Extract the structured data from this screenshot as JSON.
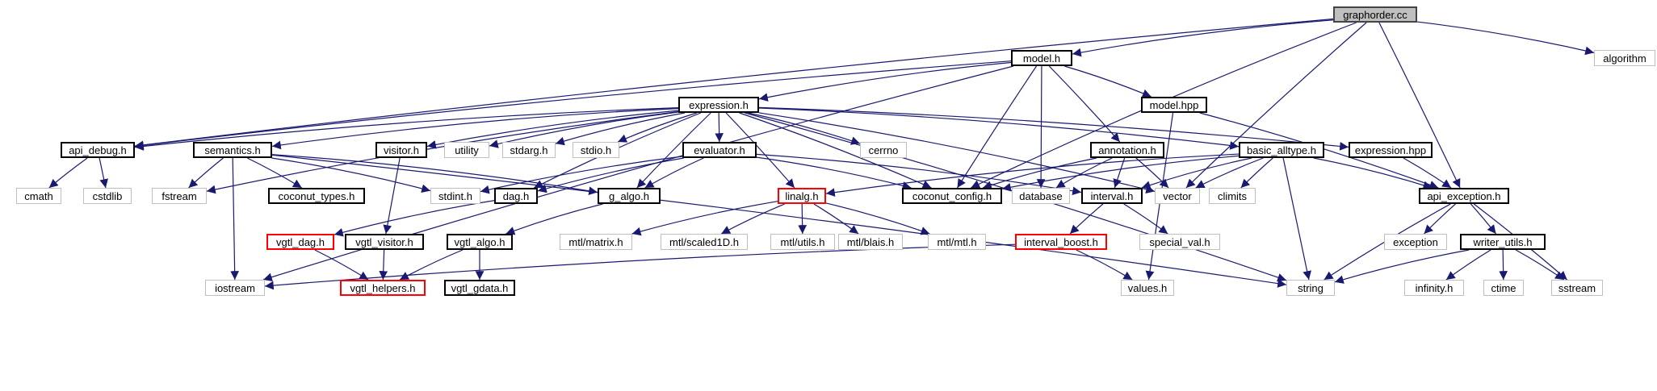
{
  "graph": {
    "root": "graphorder.cc",
    "nodes": [
      {
        "id": "graphorder_cc",
        "label": "graphorder.cc",
        "kind": "root"
      },
      {
        "id": "model_h",
        "label": "model.h",
        "kind": "normal"
      },
      {
        "id": "algorithm",
        "label": "algorithm",
        "kind": "system"
      },
      {
        "id": "expression_h",
        "label": "expression.h",
        "kind": "normal"
      },
      {
        "id": "model_hpp",
        "label": "model.hpp",
        "kind": "normal"
      },
      {
        "id": "api_debug_h",
        "label": "api_debug.h",
        "kind": "normal"
      },
      {
        "id": "semantics_h",
        "label": "semantics.h",
        "kind": "normal"
      },
      {
        "id": "visitor_h",
        "label": "visitor.h",
        "kind": "normal"
      },
      {
        "id": "utility",
        "label": "utility",
        "kind": "system"
      },
      {
        "id": "stdarg_h",
        "label": "stdarg.h",
        "kind": "system"
      },
      {
        "id": "stdio_h",
        "label": "stdio.h",
        "kind": "system"
      },
      {
        "id": "evaluator_h",
        "label": "evaluator.h",
        "kind": "normal"
      },
      {
        "id": "cerrno",
        "label": "cerrno",
        "kind": "system"
      },
      {
        "id": "annotation_h",
        "label": "annotation.h",
        "kind": "normal"
      },
      {
        "id": "basic_alltype_h",
        "label": "basic_alltype.h",
        "kind": "normal"
      },
      {
        "id": "expression_hpp",
        "label": "expression.hpp",
        "kind": "normal"
      },
      {
        "id": "cmath",
        "label": "cmath",
        "kind": "system"
      },
      {
        "id": "cstdlib",
        "label": "cstdlib",
        "kind": "system"
      },
      {
        "id": "fstream",
        "label": "fstream",
        "kind": "system"
      },
      {
        "id": "coconut_types_h",
        "label": "coconut_types.h",
        "kind": "normal"
      },
      {
        "id": "stdint_h",
        "label": "stdint.h",
        "kind": "system"
      },
      {
        "id": "dag_h",
        "label": "dag.h",
        "kind": "normal"
      },
      {
        "id": "g_algo_h",
        "label": "g_algo.h",
        "kind": "normal"
      },
      {
        "id": "linalg_h",
        "label": "linalg.h",
        "kind": "missing"
      },
      {
        "id": "coconut_config_h",
        "label": "coconut_config.h",
        "kind": "normal"
      },
      {
        "id": "database",
        "label": "database",
        "kind": "system"
      },
      {
        "id": "interval_h",
        "label": "interval.h",
        "kind": "normal"
      },
      {
        "id": "vector",
        "label": "vector",
        "kind": "system"
      },
      {
        "id": "climits",
        "label": "climits",
        "kind": "system"
      },
      {
        "id": "api_exception_h",
        "label": "api_exception.h",
        "kind": "normal"
      },
      {
        "id": "vgtl_dag_h",
        "label": "vgtl_dag.h",
        "kind": "missing"
      },
      {
        "id": "vgtl_visitor_h",
        "label": "vgtl_visitor.h",
        "kind": "normal"
      },
      {
        "id": "vgtl_algo_h",
        "label": "vgtl_algo.h",
        "kind": "normal"
      },
      {
        "id": "mtl_matrix_h",
        "label": "mtl/matrix.h",
        "kind": "system"
      },
      {
        "id": "mtl_scaled1D_h",
        "label": "mtl/scaled1D.h",
        "kind": "system"
      },
      {
        "id": "mtl_utils_h",
        "label": "mtl/utils.h",
        "kind": "system"
      },
      {
        "id": "mtl_blais_h",
        "label": "mtl/blais.h",
        "kind": "system"
      },
      {
        "id": "mtl_mtl_h",
        "label": "mtl/mtl.h",
        "kind": "system"
      },
      {
        "id": "interval_boost_h",
        "label": "interval_boost.h",
        "kind": "missing"
      },
      {
        "id": "special_val_h",
        "label": "special_val.h",
        "kind": "system"
      },
      {
        "id": "exception",
        "label": "exception",
        "kind": "system"
      },
      {
        "id": "writer_utils_h",
        "label": "writer_utils.h",
        "kind": "normal"
      },
      {
        "id": "iostream",
        "label": "iostream",
        "kind": "system"
      },
      {
        "id": "vgtl_helpers_h",
        "label": "vgtl_helpers.h",
        "kind": "missing"
      },
      {
        "id": "vgtl_gdata_h",
        "label": "vgtl_gdata.h",
        "kind": "normal"
      },
      {
        "id": "values_h",
        "label": "values.h",
        "kind": "system"
      },
      {
        "id": "string",
        "label": "string",
        "kind": "system"
      },
      {
        "id": "infinity_h",
        "label": "infinity.h",
        "kind": "system"
      },
      {
        "id": "ctime",
        "label": "ctime",
        "kind": "system"
      },
      {
        "id": "sstream",
        "label": "sstream",
        "kind": "system"
      }
    ],
    "edges": [
      [
        "graphorder_cc",
        "model_h"
      ],
      [
        "graphorder_cc",
        "algorithm"
      ],
      [
        "graphorder_cc",
        "api_exception_h"
      ],
      [
        "graphorder_cc",
        "vector"
      ],
      [
        "graphorder_cc",
        "coconut_config_h"
      ],
      [
        "graphorder_cc",
        "api_debug_h"
      ],
      [
        "model_h",
        "expression_h"
      ],
      [
        "model_h",
        "model_hpp"
      ],
      [
        "model_h",
        "annotation_h"
      ],
      [
        "model_h",
        "database"
      ],
      [
        "model_h",
        "coconut_config_h"
      ],
      [
        "model_h",
        "api_debug_h"
      ],
      [
        "model_h",
        "iostream"
      ],
      [
        "expression_h",
        "api_debug_h"
      ],
      [
        "expression_h",
        "semantics_h"
      ],
      [
        "expression_h",
        "visitor_h"
      ],
      [
        "expression_h",
        "utility"
      ],
      [
        "expression_h",
        "stdarg_h"
      ],
      [
        "expression_h",
        "stdio_h"
      ],
      [
        "expression_h",
        "evaluator_h"
      ],
      [
        "expression_h",
        "cerrno"
      ],
      [
        "expression_h",
        "basic_alltype_h"
      ],
      [
        "expression_h",
        "expression_hpp"
      ],
      [
        "expression_h",
        "coconut_config_h"
      ],
      [
        "expression_h",
        "g_algo_h"
      ],
      [
        "expression_h",
        "linalg_h"
      ],
      [
        "expression_h",
        "vector"
      ],
      [
        "expression_h",
        "string"
      ],
      [
        "expression_h",
        "fstream"
      ],
      [
        "expression_h",
        "dag_h"
      ],
      [
        "model_hpp",
        "api_exception_h"
      ],
      [
        "model_hpp",
        "values_h"
      ],
      [
        "api_debug_h",
        "cmath"
      ],
      [
        "api_debug_h",
        "cstdlib"
      ],
      [
        "semantics_h",
        "fstream"
      ],
      [
        "semantics_h",
        "coconut_types_h"
      ],
      [
        "semantics_h",
        "stdint_h"
      ],
      [
        "semantics_h",
        "iostream"
      ],
      [
        "semantics_h",
        "string"
      ],
      [
        "semantics_h",
        "g_algo_h"
      ],
      [
        "visitor_h",
        "vgtl_visitor_h"
      ],
      [
        "evaluator_h",
        "dag_h"
      ],
      [
        "evaluator_h",
        "g_algo_h"
      ],
      [
        "evaluator_h",
        "stdint_h"
      ],
      [
        "evaluator_h",
        "coconut_config_h"
      ],
      [
        "evaluator_h",
        "interval_h"
      ],
      [
        "annotation_h",
        "coconut_config_h"
      ],
      [
        "annotation_h",
        "database"
      ],
      [
        "annotation_h",
        "interval_h"
      ],
      [
        "annotation_h",
        "vector"
      ],
      [
        "basic_alltype_h",
        "linalg_h"
      ],
      [
        "basic_alltype_h",
        "coconut_config_h"
      ],
      [
        "basic_alltype_h",
        "interval_h"
      ],
      [
        "basic_alltype_h",
        "vector"
      ],
      [
        "basic_alltype_h",
        "climits"
      ],
      [
        "basic_alltype_h",
        "string"
      ],
      [
        "basic_alltype_h",
        "api_exception_h"
      ],
      [
        "expression_hpp",
        "api_exception_h"
      ],
      [
        "dag_h",
        "vgtl_dag_h"
      ],
      [
        "g_algo_h",
        "vgtl_algo_h"
      ],
      [
        "linalg_h",
        "mtl_matrix_h"
      ],
      [
        "linalg_h",
        "mtl_scaled1D_h"
      ],
      [
        "linalg_h",
        "mtl_utils_h"
      ],
      [
        "linalg_h",
        "mtl_blais_h"
      ],
      [
        "linalg_h",
        "mtl_mtl_h"
      ],
      [
        "interval_h",
        "interval_boost_h"
      ],
      [
        "interval_h",
        "special_val_h"
      ],
      [
        "api_exception_h",
        "exception"
      ],
      [
        "api_exception_h",
        "writer_utils_h"
      ],
      [
        "api_exception_h",
        "string"
      ],
      [
        "api_exception_h",
        "sstream"
      ],
      [
        "vgtl_dag_h",
        "vgtl_helpers_h"
      ],
      [
        "vgtl_visitor_h",
        "vgtl_helpers_h"
      ],
      [
        "vgtl_algo_h",
        "vgtl_helpers_h"
      ],
      [
        "vgtl_algo_h",
        "vgtl_gdata_h"
      ],
      [
        "interval_boost_h",
        "iostream"
      ],
      [
        "interval_boost_h",
        "values_h"
      ],
      [
        "writer_utils_h",
        "infinity_h"
      ],
      [
        "writer_utils_h",
        "ctime"
      ],
      [
        "writer_utils_h",
        "sstream"
      ],
      [
        "writer_utils_h",
        "string"
      ]
    ]
  },
  "colors": {
    "edge": "#191970",
    "normal_border": "#000000",
    "system_border": "#bfbfbf",
    "missing_border": "#ff0000",
    "root_fill": "#bfbfbf"
  }
}
